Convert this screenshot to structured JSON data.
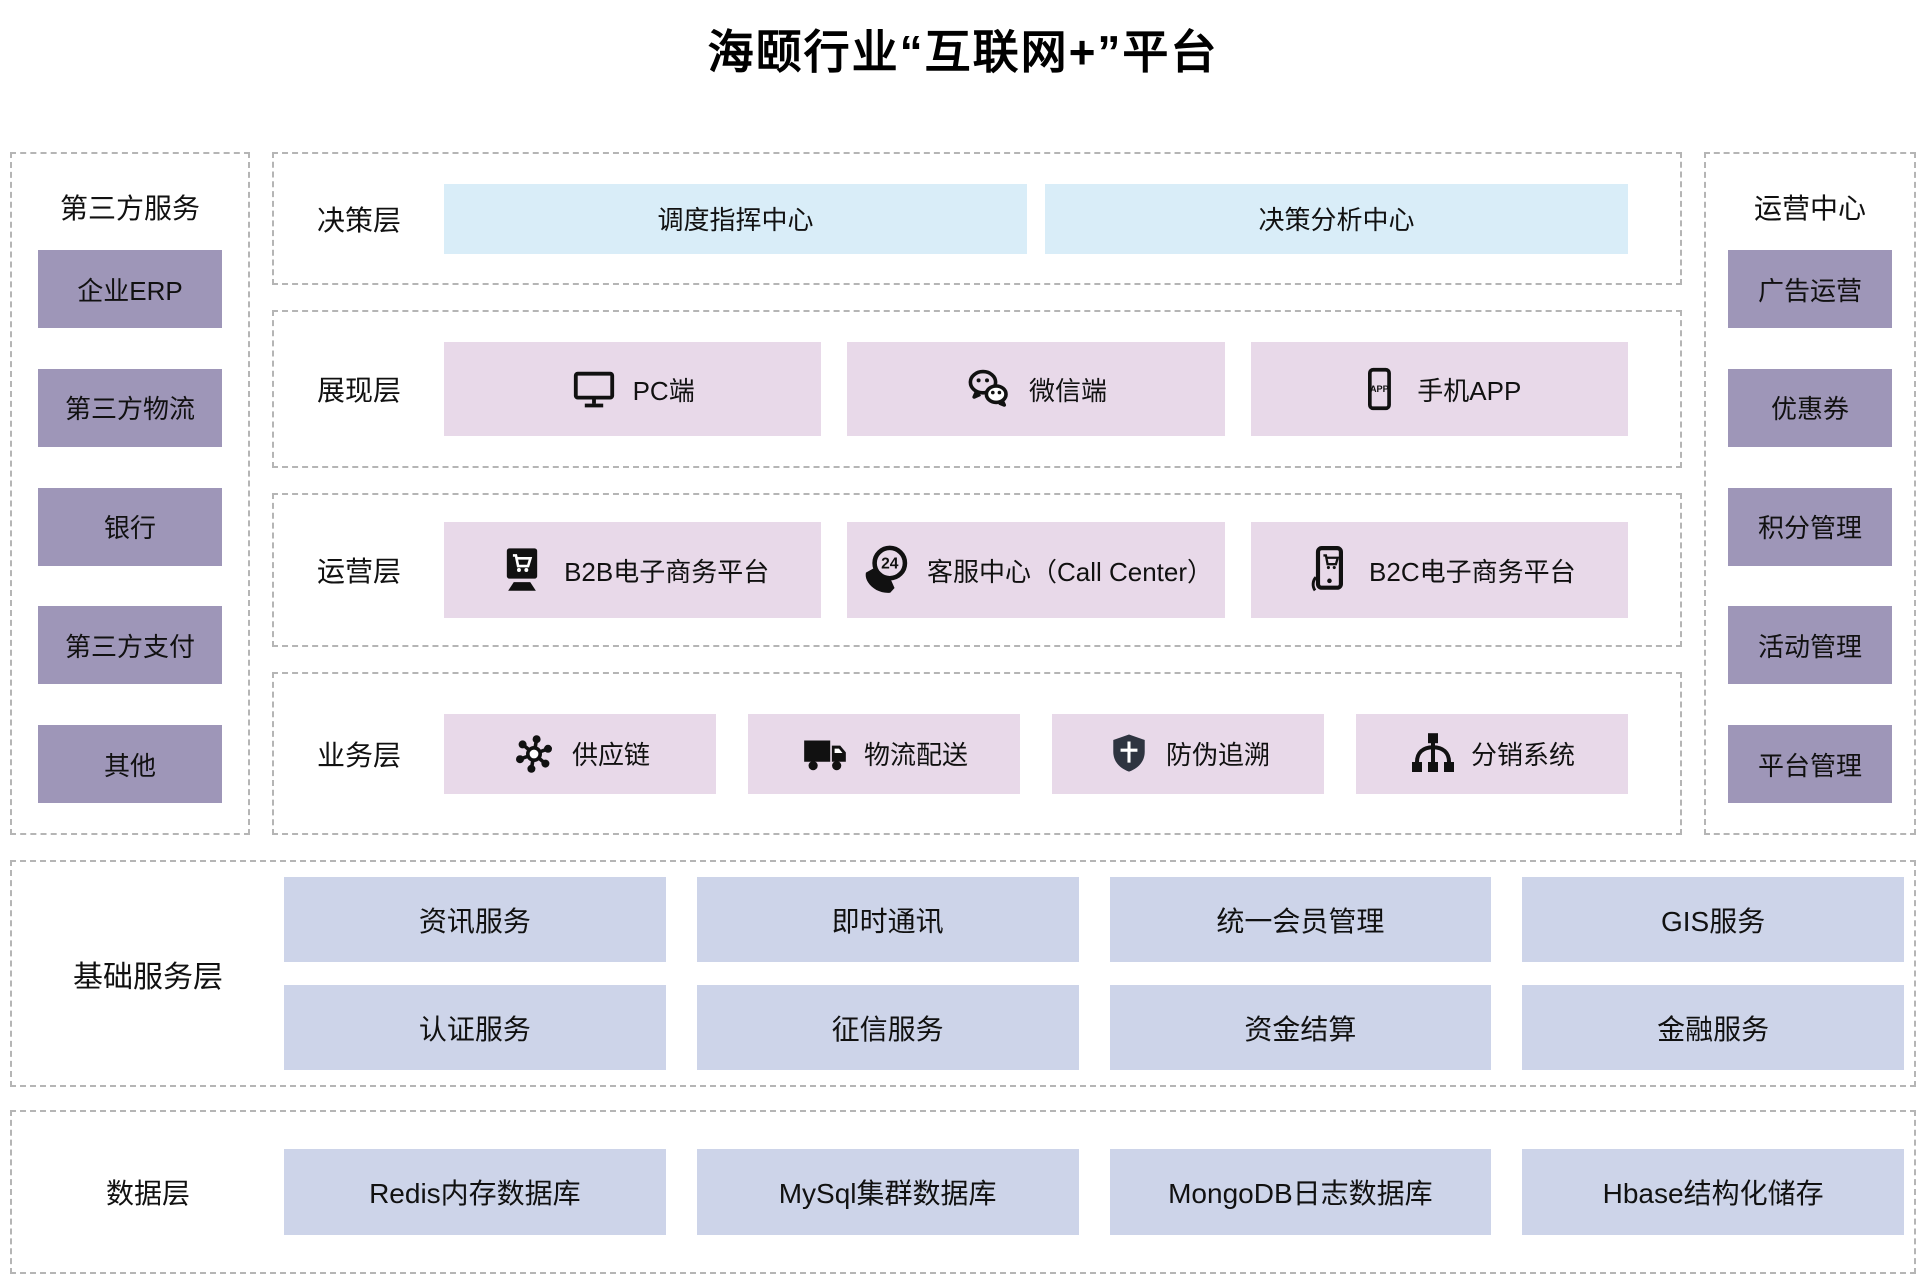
{
  "title": "海颐行业“互联网+”平台",
  "left_sidebar": {
    "title": "第三方服务",
    "items": [
      "企业ERP",
      "第三方物流",
      "银行",
      "第三方支付",
      "其他"
    ]
  },
  "right_sidebar": {
    "title": "运营中心",
    "items": [
      "广告运营",
      "优惠券",
      "积分管理",
      "活动管理",
      "平台管理"
    ]
  },
  "layers": {
    "decision": {
      "label": "决策层",
      "items": [
        "调度指挥中心",
        "决策分析中心"
      ]
    },
    "presentation": {
      "label": "展现层",
      "items": [
        {
          "icon": "monitor-icon",
          "label": "PC端"
        },
        {
          "icon": "wechat-icon",
          "label": "微信端"
        },
        {
          "icon": "phone-app-icon",
          "label": "手机APP"
        }
      ]
    },
    "operation": {
      "label": "运营层",
      "items": [
        {
          "icon": "b2b-commerce-icon",
          "label": "B2B电子商务平台"
        },
        {
          "icon": "callcenter-24h-icon",
          "label": "客服中心（Call Center）"
        },
        {
          "icon": "b2c-commerce-icon",
          "label": "B2C电子商务平台"
        }
      ]
    },
    "business": {
      "label": "业务层",
      "items": [
        {
          "icon": "supply-chain-icon",
          "label": "供应链"
        },
        {
          "icon": "logistics-truck-icon",
          "label": "物流配送"
        },
        {
          "icon": "anti-fake-shield-icon",
          "label": "防伪追溯"
        },
        {
          "icon": "distribution-tree-icon",
          "label": "分销系统"
        }
      ]
    }
  },
  "base_service_layer": {
    "label": "基础服务层",
    "rows": [
      [
        "资讯服务",
        "即时通讯",
        "统一会员管理",
        "GIS服务"
      ],
      [
        "认证服务",
        "征信服务",
        "资金结算",
        "金融服务"
      ]
    ]
  },
  "data_layer": {
    "label": "数据层",
    "items": [
      "Redis内存数据库",
      "MySql集群数据库",
      "MongoDB日志数据库",
      "Hbase结构化储存"
    ]
  },
  "colors": {
    "purple": "#9e96b8",
    "lightblue": "#d9edf8",
    "pink": "#e8d9e9",
    "periwinkle": "#cdd4e9",
    "dash": "#b5b5b5",
    "icon": "#111111"
  }
}
